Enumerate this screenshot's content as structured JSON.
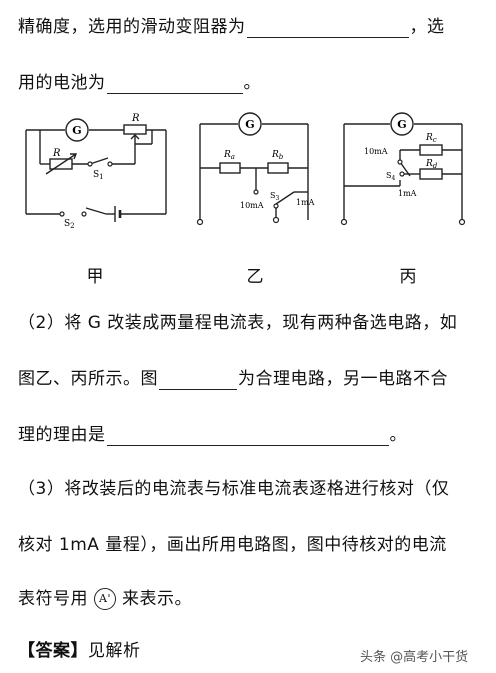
{
  "line1": {
    "prefix": "精确度，选用的滑动变阻器为",
    "suffix": "，选"
  },
  "line2": {
    "prefix": "用的电池为",
    "suffix": "。"
  },
  "figures": {
    "jia": {
      "caption": "甲",
      "galvanometer": "G",
      "rheostat_label": "R",
      "resistor_label": "R",
      "switch1": "S",
      "switch1_sub": "1",
      "switch2": "S",
      "switch2_sub": "2"
    },
    "yi": {
      "caption": "乙",
      "galvanometer": "G",
      "ra": "R",
      "ra_sub": "a",
      "rb": "R",
      "rb_sub": "b",
      "switch": "S",
      "switch_sub": "3",
      "tap_10ma": "10mA",
      "tap_1ma": "1mA"
    },
    "bing": {
      "caption": "丙",
      "galvanometer": "G",
      "rc": "R",
      "rc_sub": "c",
      "rd": "R",
      "rd_sub": "d",
      "switch": "S",
      "switch_sub": "4",
      "tap_10ma": "10mA",
      "tap_1ma": "1mA"
    }
  },
  "q2": {
    "line1": "（2）将 G 改装成两量程电流表，现有两种备选电路，如",
    "line2_prefix": "图乙、丙所示。图",
    "line2_suffix": "为合理电路，另一电路不合",
    "line3_prefix": "理的理由是",
    "line3_suffix": "。"
  },
  "q3": {
    "line1": "（3）将改装后的电流表与标准电流表逐格进行核对（仅",
    "line2": "核对 1mA 量程），画出所用电路图，图中待核对的电流",
    "line3_prefix": "表符号用",
    "ammeter_symbol": "A'",
    "line3_suffix": "来表示。"
  },
  "answer": {
    "label": "【答案】",
    "text": "见解析"
  },
  "watermark": {
    "text": "头条 @高考小干货"
  }
}
